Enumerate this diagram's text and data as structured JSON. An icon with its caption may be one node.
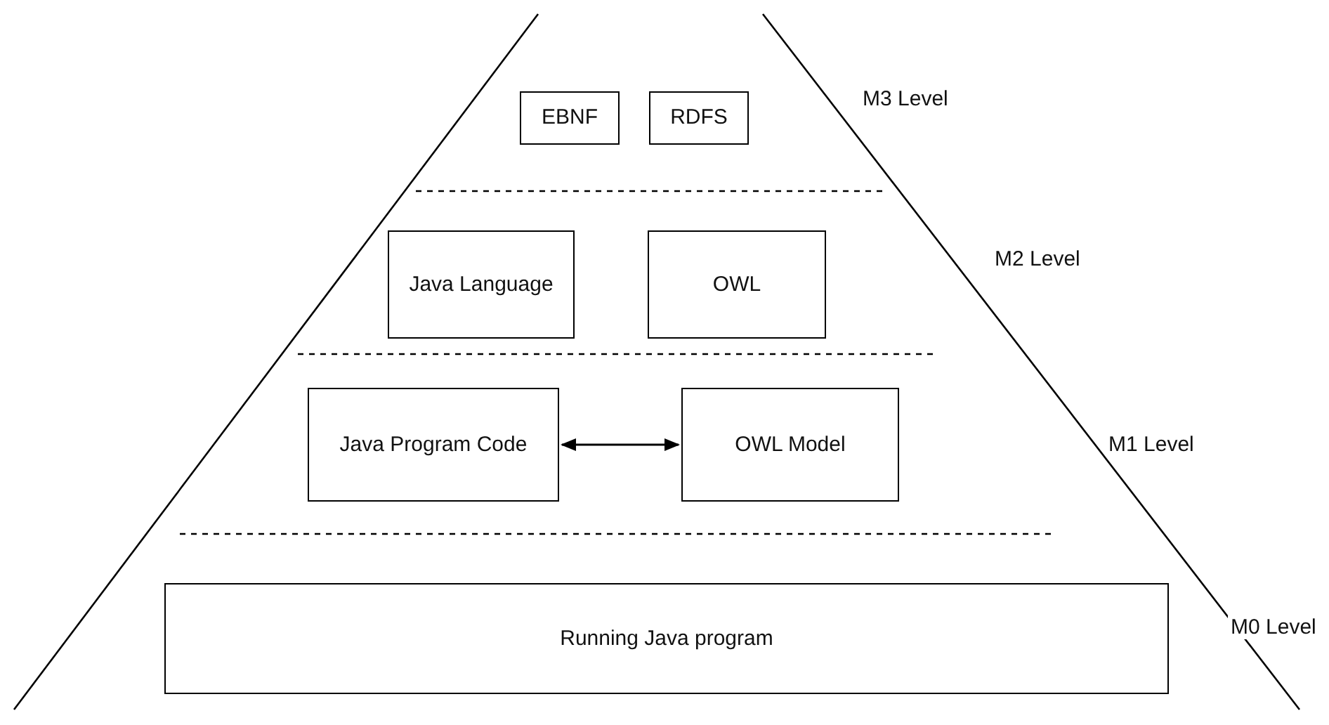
{
  "diagram": {
    "nodes": [
      {
        "text": [
          "EBNF"
        ]
      },
      {
        "text": [
          "RDFS"
        ]
      },
      {
        "text": [
          "Java Language"
        ]
      },
      {
        "text": [
          "OWL"
        ]
      },
      {
        "text": [
          "Java Program Code"
        ]
      },
      {
        "text": [
          "OWL Model"
        ]
      },
      {
        "text": [
          "Running Java program"
        ]
      }
    ],
    "edges": [
      {
        "from": 4,
        "to": 5,
        "arrow": "both"
      }
    ],
    "labels": [
      "M3 Level",
      "M2 Level",
      "M1 Level",
      "M0 Level"
    ]
  }
}
